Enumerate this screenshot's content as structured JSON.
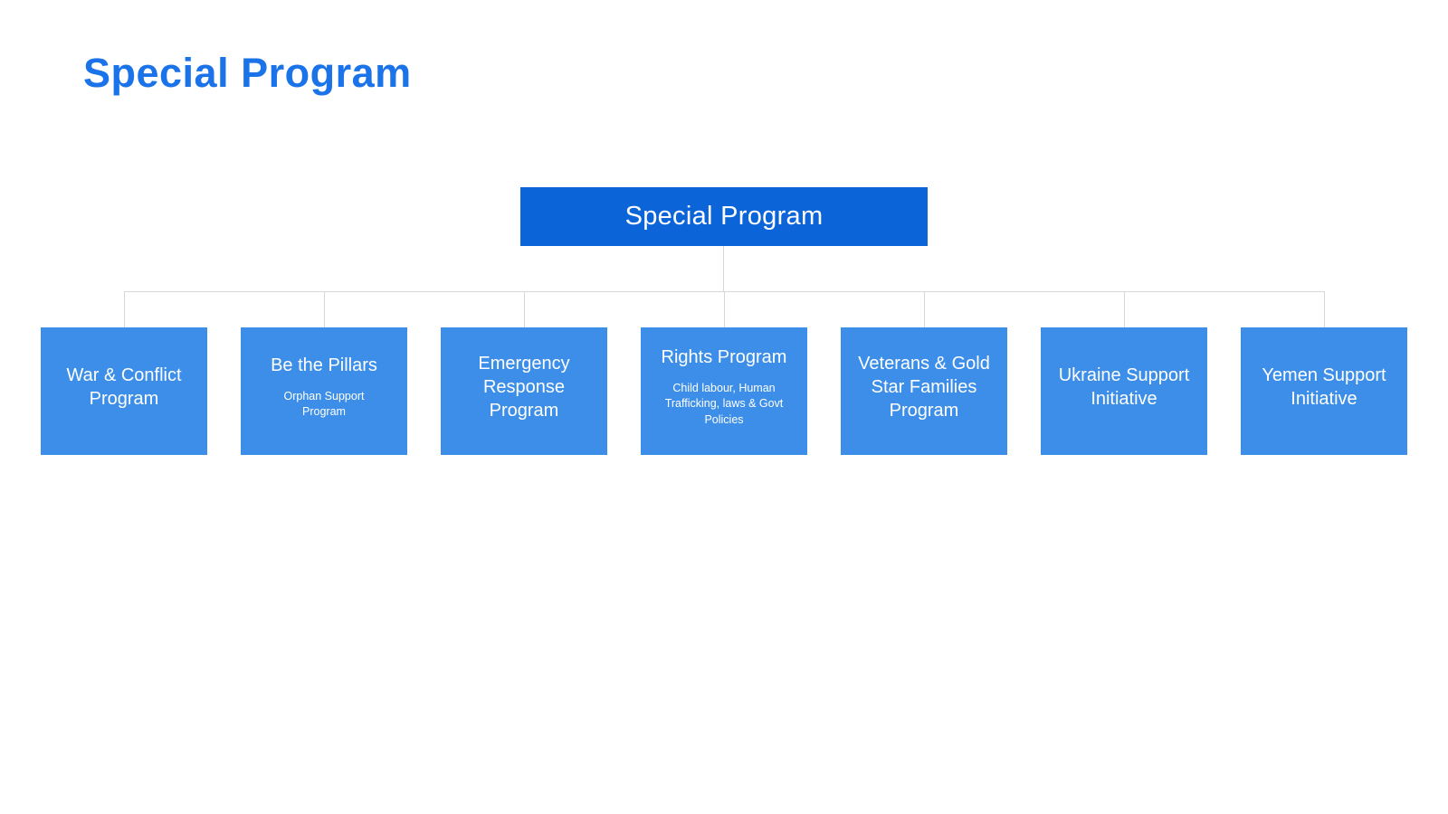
{
  "page": {
    "title": "Special Program"
  },
  "colors": {
    "title_text": "#1a73e8",
    "root_node_fill": "#0b65d9",
    "child_node_fill": "#3d8ee8",
    "node_text": "#ffffff",
    "connector_line": "#d7d7d7"
  },
  "chart": {
    "type": "org-chart",
    "root": {
      "label": "Special Program"
    },
    "children": [
      {
        "label": "War & Conflict\nProgram",
        "sublabel": ""
      },
      {
        "label": "Be the Pillars",
        "sublabel": "Orphan Support\nProgram"
      },
      {
        "label": "Emergency\nResponse\nProgram",
        "sublabel": ""
      },
      {
        "label": "Rights Program",
        "sublabel": "Child labour, Human\nTrafficking, laws & Govt\nPolicies"
      },
      {
        "label": "Veterans & Gold\nStar Families\nProgram",
        "sublabel": ""
      },
      {
        "label": "Ukraine Support\nInitiative",
        "sublabel": ""
      },
      {
        "label": "Yemen Support\nInitiative",
        "sublabel": ""
      }
    ]
  }
}
